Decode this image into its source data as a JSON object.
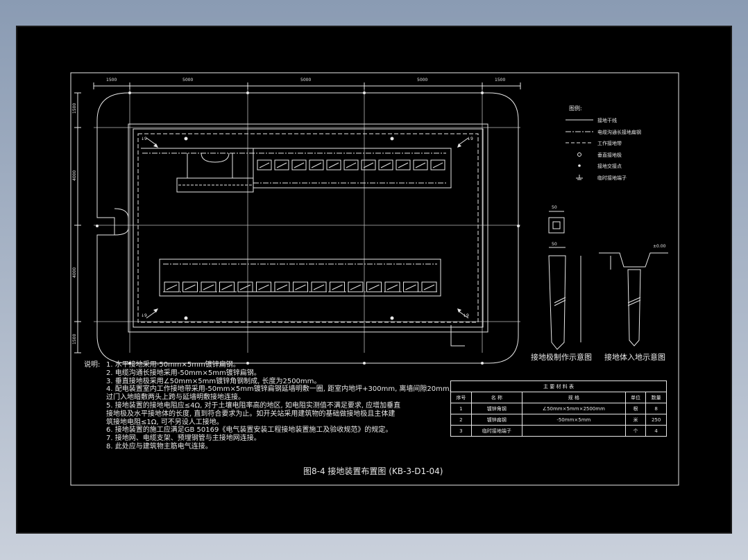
{
  "dimensions_top": [
    "1500",
    "5000",
    "5000",
    "5000",
    "1500"
  ],
  "dimensions_left": [
    "1500",
    "4000",
    "4000",
    "1500"
  ],
  "labels": {
    "ground_9": "↓9",
    "grade_mark": "±0.00"
  },
  "legend": {
    "title": "图例:",
    "items": [
      {
        "icon": "solid-line",
        "label": "接地干线"
      },
      {
        "icon": "dash-dot-line",
        "label": "电缆沟通长接地扁钢"
      },
      {
        "icon": "dashed-line",
        "label": "工作接地带"
      },
      {
        "icon": "circle",
        "label": "垂直接地极"
      },
      {
        "icon": "dot",
        "label": "接地交接点"
      },
      {
        "icon": "ground-symbol",
        "label": "临时接地端子"
      }
    ]
  },
  "details": {
    "left_caption": "接地极制作示意图",
    "right_caption": "接地体入地示意图",
    "dim_50": "50"
  },
  "notes": {
    "title": "说明:",
    "items": [
      "1. 水平接地采用-50mm×5mm镀锌扁钢。",
      "2. 电缆沟通长接地采用-50mm×5mm镀锌扁钢。",
      "3. 垂直接地极采用∠50mm×5mm镀锌角钢制成, 长度为2500mm。",
      "4. 配电装置室内工作接地带采用-50mm×5mm镀锌扁钢延墙明敷一圈, 距室内地坪+300mm, 离墙间隙20mm,",
      "   过门入地暗敷两头上跨与延墙明敷接地连接。",
      "5. 接地装置的接地电阻应≤4Ω, 对于土壤电阻率高的地区, 如电阻实测值不满足要求, 应增加垂直",
      "   接地极及水平接地体的长度, 直到符合要求为止。如开关站采用建筑物的基础做接地极且主体建",
      "   筑接地电阻≤1Ω, 可不另设人工接地。",
      "6. 接地装置的施工应满足GB 50169《电气装置安装工程接地装置施工及验收规范》的规定。",
      "7. 接地网、电缆支架、预埋钢管与主接地网连接。",
      "8. 此处应与建筑物主筋电气连接。"
    ]
  },
  "title": "图8-4  接地装置布置图 (KB-3-D1-04)",
  "materials": {
    "title": "主 要 材 料 表",
    "headers": [
      "序号",
      "名  称",
      "规   格",
      "单位",
      "数量"
    ],
    "rows": [
      [
        "1",
        "镀锌角钢",
        "∠50mm×5mm×2500mm",
        "根",
        "8"
      ],
      [
        "2",
        "镀锌扁钢",
        "-50mm×5mm",
        "米",
        "250"
      ],
      [
        "3",
        "临时接地端子",
        "",
        "个",
        "4"
      ]
    ]
  }
}
